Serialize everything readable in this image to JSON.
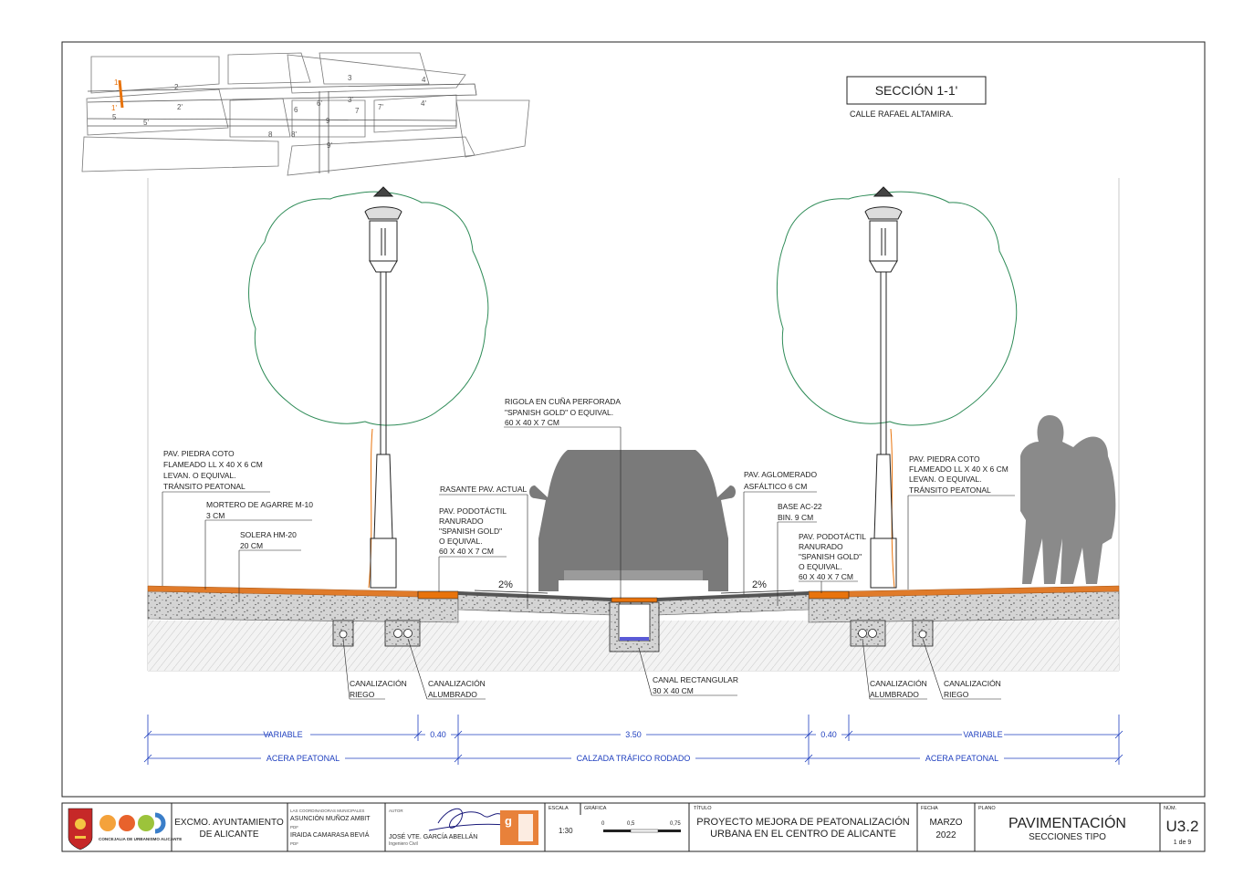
{
  "section": {
    "title": "SECCIÓN 1-1'",
    "street": "CALLE RAFAEL ALTAMIRA."
  },
  "keymap": {
    "markers": [
      "1",
      "1'",
      "2",
      "2'",
      "3",
      "3'",
      "4",
      "4'",
      "5",
      "5'",
      "6",
      "6'",
      "7",
      "7'",
      "8",
      "8'",
      "9",
      "9'"
    ]
  },
  "labels": {
    "pav_piedra_left": [
      "PAV. PIEDRA COTO",
      "FLAMEADO  LL X 40 X 6 CM",
      "LEVAN. O EQUIVAL.",
      "TRÁNSITO PEATONAL"
    ],
    "mortero": [
      "MORTERO DE AGARRE M-10",
      "3 CM"
    ],
    "solera": [
      "SOLERA HM-20",
      "20 CM"
    ],
    "rigola": [
      "RIGOLA EN CUÑA PERFORADA",
      "\"SPANISH GOLD\" O EQUIVAL.",
      "60 X 40 X 7 CM"
    ],
    "rasante": [
      "RASANTE PAV. ACTUAL"
    ],
    "podo_left": [
      "PAV. PODOTÁCTIL",
      "RANURADO",
      "\"SPANISH GOLD\"",
      "O EQUIVAL.",
      "60 X 40 X 7 CM"
    ],
    "aglomerado": [
      "PAV. AGLOMERADO",
      "ASFÁLTICO 6 CM"
    ],
    "base": [
      "BASE AC-22",
      "BIN. 9 CM"
    ],
    "podo_right": [
      "PAV. PODOTÁCTIL",
      "RANURADO",
      "\"SPANISH GOLD\"",
      "O EQUIVAL.",
      "60 X 40 X 7 CM"
    ],
    "pav_piedra_right": [
      "PAV. PIEDRA COTO",
      "FLAMEADO  LL X 40 X 6 CM",
      "LEVAN. O EQUIVAL.",
      "TRÁNSITO PEATONAL"
    ],
    "slope_left": "2%",
    "slope_right": "2%",
    "can_riego_left": [
      "CANALIZACIÓN",
      "RIEGO"
    ],
    "can_alum_left": [
      "CANALIZACIÓN",
      "ALUMBRADO"
    ],
    "canal_rect": [
      "CANAL RECTANGULAR",
      "30 X 40 CM"
    ],
    "can_alum_right": [
      "CANALIZACIÓN",
      "ALUMBRADO"
    ],
    "can_riego_right": [
      "CANALIZACIÓN",
      "RIEGO"
    ]
  },
  "dimensions": {
    "row1": [
      "VARIABLE",
      "0.40",
      "3.50",
      "0.40",
      "VARIABLE"
    ],
    "row2": [
      "ACERA PEATONAL",
      "CALZADA TRÁFICO RODADO",
      "ACERA PEATONAL"
    ]
  },
  "titleblock": {
    "logo_text": "CONCEJALIA DE URBANISMO ALICANTE",
    "client": [
      "EXCMO. AYUNTAMIENTO",
      "DE ALICANTE"
    ],
    "coord_label": "LAS COORDINADORAS MUNICIPALES",
    "coord_1": "ASUNCIÓN MUÑOZ AMBIT",
    "coord_1_role": "PDF",
    "coord_2": "IRAIDA CAMARASA BEVIÁ",
    "coord_2_role": "PDF",
    "author_label": "AUTOR",
    "author": "JOSÉ VTE. GARCÍA ABELLÁN",
    "author_role": "Ingeniero Civil",
    "escala_label": "ESCALA",
    "grafica_label": "GRÁFICA",
    "scale": "1:30",
    "scale_ticks": [
      "0",
      "0,5",
      "0,75"
    ],
    "titulo_label": "TÍTULO",
    "title": [
      "PROYECTO MEJORA DE PEATONALIZACIÓN",
      "URBANA EN EL CENTRO DE ALICANTE"
    ],
    "fecha_label": "FECHA",
    "date": [
      "MARZO",
      "2022"
    ],
    "plano_label": "PLANO",
    "plan": "PAVIMENTACIÓN",
    "plan_sub": "SECCIONES TIPO",
    "num_label": "NÚM.",
    "num": "U3.2",
    "sheet": "1 de 9"
  },
  "colors": {
    "tree": "#2e8b57",
    "dim": "#1f3fbf",
    "accent": "#e8730c",
    "gray": "#7a7a7a"
  }
}
